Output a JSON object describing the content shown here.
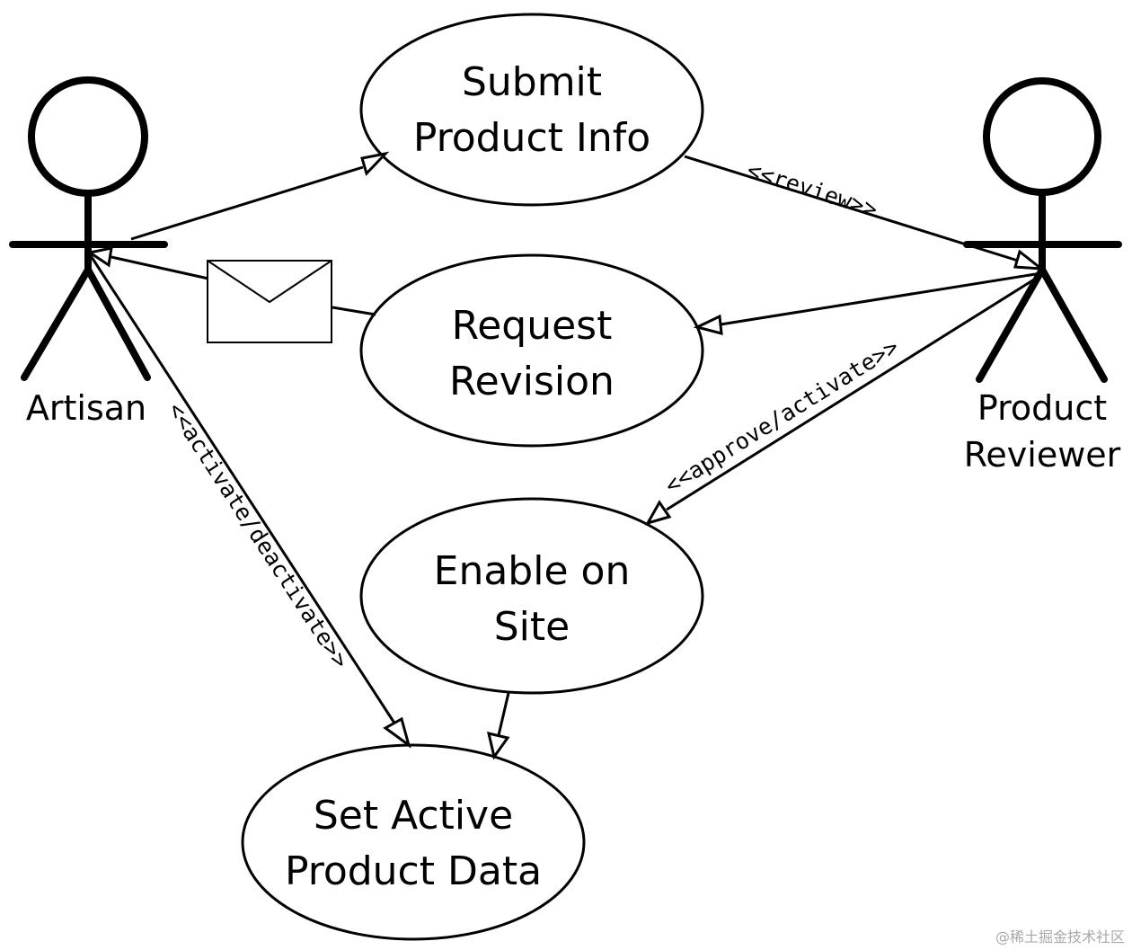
{
  "actors": {
    "artisan": "Artisan",
    "reviewer_line1": "Product",
    "reviewer_line2": "Reviewer"
  },
  "use_cases": {
    "submit_line1": "Submit",
    "submit_line2": "Product Info",
    "request_line1": "Request",
    "request_line2": "Revision",
    "enable_line1": "Enable on",
    "enable_line2": "Site",
    "setactive_line1": "Set Active",
    "setactive_line2": "Product Data"
  },
  "stereotypes": {
    "review": "<<review>>",
    "approve_activate": "<<approve/activate>>",
    "activate_deactivate": "<<activate/deactivate>>"
  },
  "watermark": "@稀土掘金技术社区"
}
